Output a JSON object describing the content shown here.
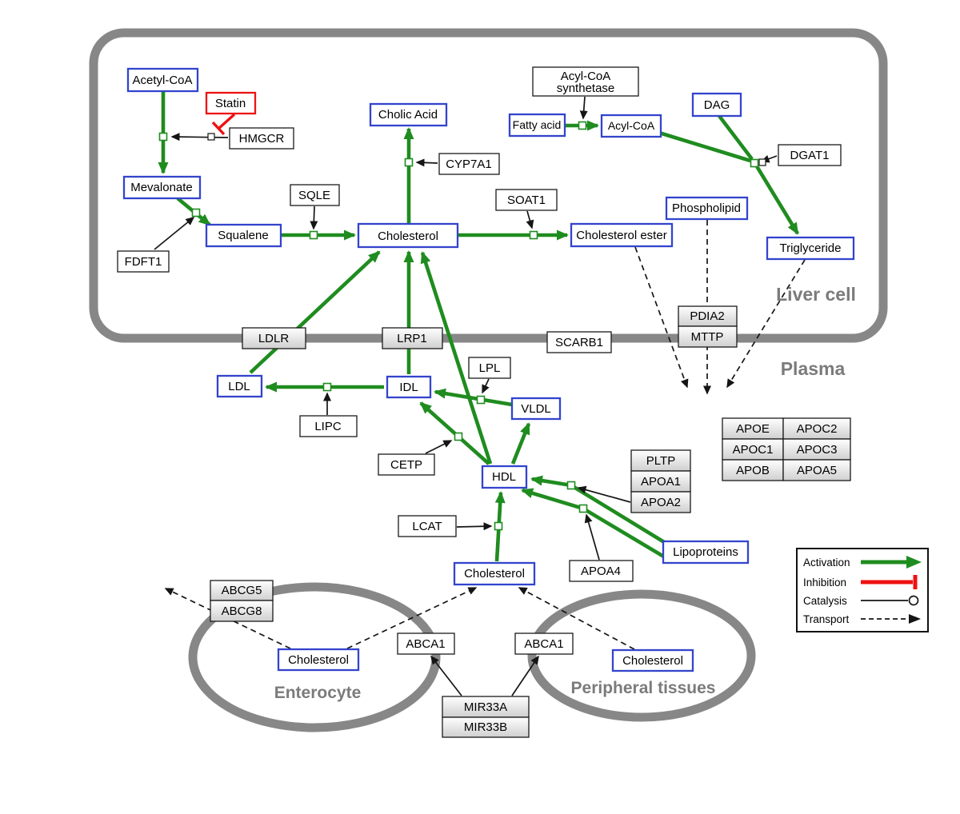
{
  "colors": {
    "activation": "#1f8c1f",
    "inhibition": "#ee1111",
    "catalysis": "#151515",
    "metabolite_border": "#3344cc",
    "membrane": "#878787"
  },
  "regions": {
    "liver": "Liver cell",
    "plasma": "Plasma",
    "enterocyte": "Enterocyte",
    "peripheral": "Peripheral tissues"
  },
  "metabolites": {
    "acetyl_coa": "Acetyl-CoA",
    "mevalonate": "Mevalonate",
    "squalene": "Squalene",
    "cholesterol": "Cholesterol",
    "cholic_acid": "Cholic Acid",
    "fatty_acid": "Fatty acid",
    "acyl_coa": "Acyl-CoA",
    "dag": "DAG",
    "phospholipid": "Phospholipid",
    "triglyceride": "Triglyceride",
    "cholesterol_ester": "Cholesterol ester",
    "ldl": "LDL",
    "idl": "IDL",
    "vldl": "VLDL",
    "hdl": "HDL",
    "cholesterol_plasma": "Cholesterol",
    "lipoproteins": "Lipoproteins",
    "cholesterol_enterocyte": "Cholesterol",
    "cholesterol_peripheral": "Cholesterol"
  },
  "genes": {
    "statin": "Statin",
    "hmgcr": "HMGCR",
    "fdft1": "FDFT1",
    "sqle": "SQLE",
    "cyp7a1": "CYP7A1",
    "soat1": "SOAT1",
    "acyl_coa_synthetase_l1": "Acyl-CoA",
    "acyl_coa_synthetase_l2": "synthetase",
    "dgat1": "DGAT1",
    "ldlr": "LDLR",
    "lrp1": "LRP1",
    "scarb1": "SCARB1",
    "pdia2": "PDIA2",
    "mttp": "MTTP",
    "lpl": "LPL",
    "lipc": "LIPC",
    "cetp": "CETP",
    "lcat": "LCAT",
    "apoa4": "APOA4",
    "pltp": "PLTP",
    "apoa1": "APOA1",
    "apoa2": "APOA2",
    "abcg5": "ABCG5",
    "abcg8": "ABCG8",
    "abca1": "ABCA1",
    "mir33a": "MIR33A",
    "mir33b": "MIR33B"
  },
  "apo_table": {
    "apoe": "APOE",
    "apoc2": "APOC2",
    "apoc1": "APOC1",
    "apoc3": "APOC3",
    "apob": "APOB",
    "apoa5": "APOA5"
  },
  "legend": {
    "activation": "Activation",
    "inhibition": "Inhibition",
    "catalysis": "Catalysis",
    "transport": "Transport"
  }
}
